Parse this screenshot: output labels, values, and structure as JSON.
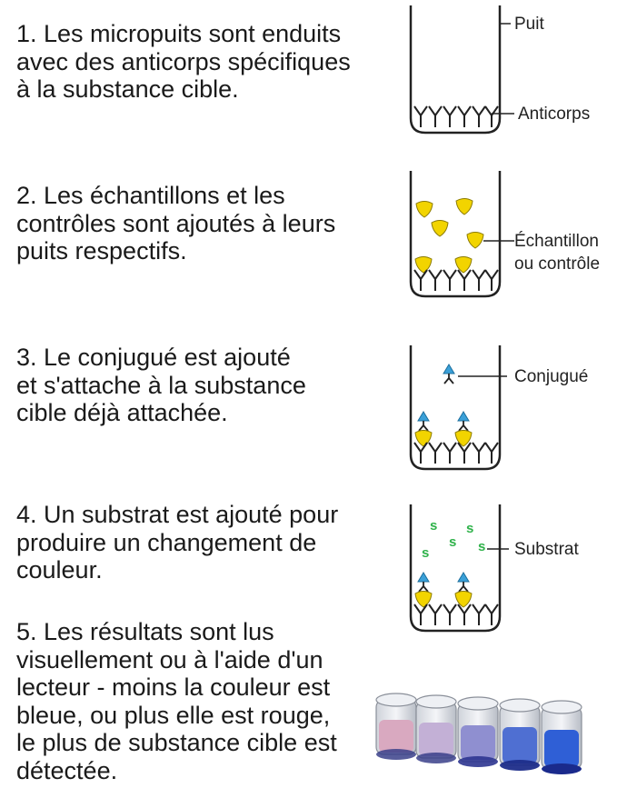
{
  "steps": [
    {
      "lines": [
        "1. Les micropuits sont enduits",
        "avec des anticorps spécifiques",
        "à la substance cible."
      ]
    },
    {
      "lines": [
        "2. Les échantillons et les",
        "contrôles sont ajoutés à leurs",
        "puits respectifs."
      ]
    },
    {
      "lines": [
        "3. Le conjugué est ajouté",
        "et s'attache à la substance",
        "cible déjà attachée."
      ]
    },
    {
      "lines": [
        "4. Un substrat est ajouté pour",
        "produire un changement de",
        "couleur."
      ]
    },
    {
      "lines": [
        "5. Les résultats sont lus",
        "visuellement ou à l'aide d'un",
        "lecteur - moins la couleur est",
        "bleue, ou plus elle est rouge,",
        "le plus de substance cible est",
        "détectée."
      ]
    }
  ],
  "labels": {
    "well": "Puit",
    "antibodies": "Anticorps",
    "sample_line1": "Échantillon",
    "sample_line2": "ou contrôle",
    "conjugate": "Conjugué",
    "substrate": "Substrat",
    "substrate_mark": "s"
  },
  "colors": {
    "target": "#f2d400",
    "conjugate": "#3aa0d8",
    "substrate": "#2fb24a",
    "well_line": "#222222"
  }
}
